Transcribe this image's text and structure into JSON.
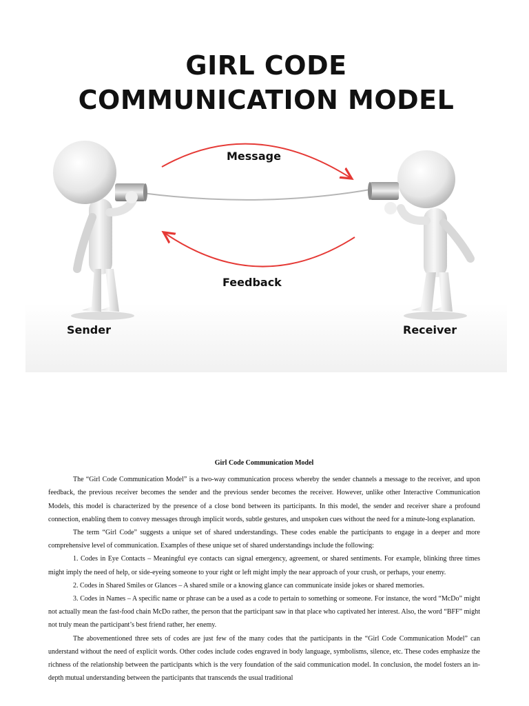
{
  "figure": {
    "title_line1": "GIRL CODE",
    "title_line2": "COMMUNICATION MODEL",
    "message_label": "Message",
    "feedback_label": "Feedback",
    "sender_label": "Sender",
    "receiver_label": "Receiver",
    "arrow_color": "#e53935"
  },
  "document": {
    "title": "Girl Code Communication Model",
    "paragraphs": [
      "The “Girl Code Communication Model” is a two-way communication process whereby the sender channels a message to the receiver, and upon feedback, the previous receiver becomes the sender and the previous sender becomes the receiver. However, unlike other Interactive Communication Models, this model is characterized by the presence of a close bond between its participants. In this model, the sender and receiver share a profound connection, enabling them to convey messages through implicit words, subtle gestures, and unspoken cues without the need for a minute-long explanation.",
      "The term “Girl Code” suggests a unique set of shared understandings. These codes enable the participants to engage in a deeper and more comprehensive level of communication. Examples of these unique set of shared understandings include the following:",
      "1. Codes in Eye Contacts – Meaningful eye contacts can signal emergency, agreement, or shared sentiments. For example, blinking three times might imply the need of help, or side-eyeing someone to your right or left might imply the near approach of your crush, or perhaps, your enemy.",
      "2. Codes in Shared Smiles or Glances – A shared smile or a knowing glance can communicate inside jokes or shared memories.",
      "3. Codes in Names – A specific name or phrase can be a used as a code to pertain to something or someone. For instance, the word “McDo” might not actually mean the fast-food chain McDo rather, the person that the participant saw in that place who captivated her interest. Also, the word “BFF” might not truly mean the participant’s best friend rather, her enemy.",
      "The abovementioned three sets of codes are just few of the many codes that the participants in the “Girl Code Communication Model” can understand without the need of explicit words. Other codes include codes engraved in body language, symbolisms, silence, etc. These codes emphasize the richness of the relationship between the participants which is the very foundation of the said communication model. In conclusion, the model fosters an in-depth mutual understanding between the participants that transcends the usual traditional"
    ]
  }
}
